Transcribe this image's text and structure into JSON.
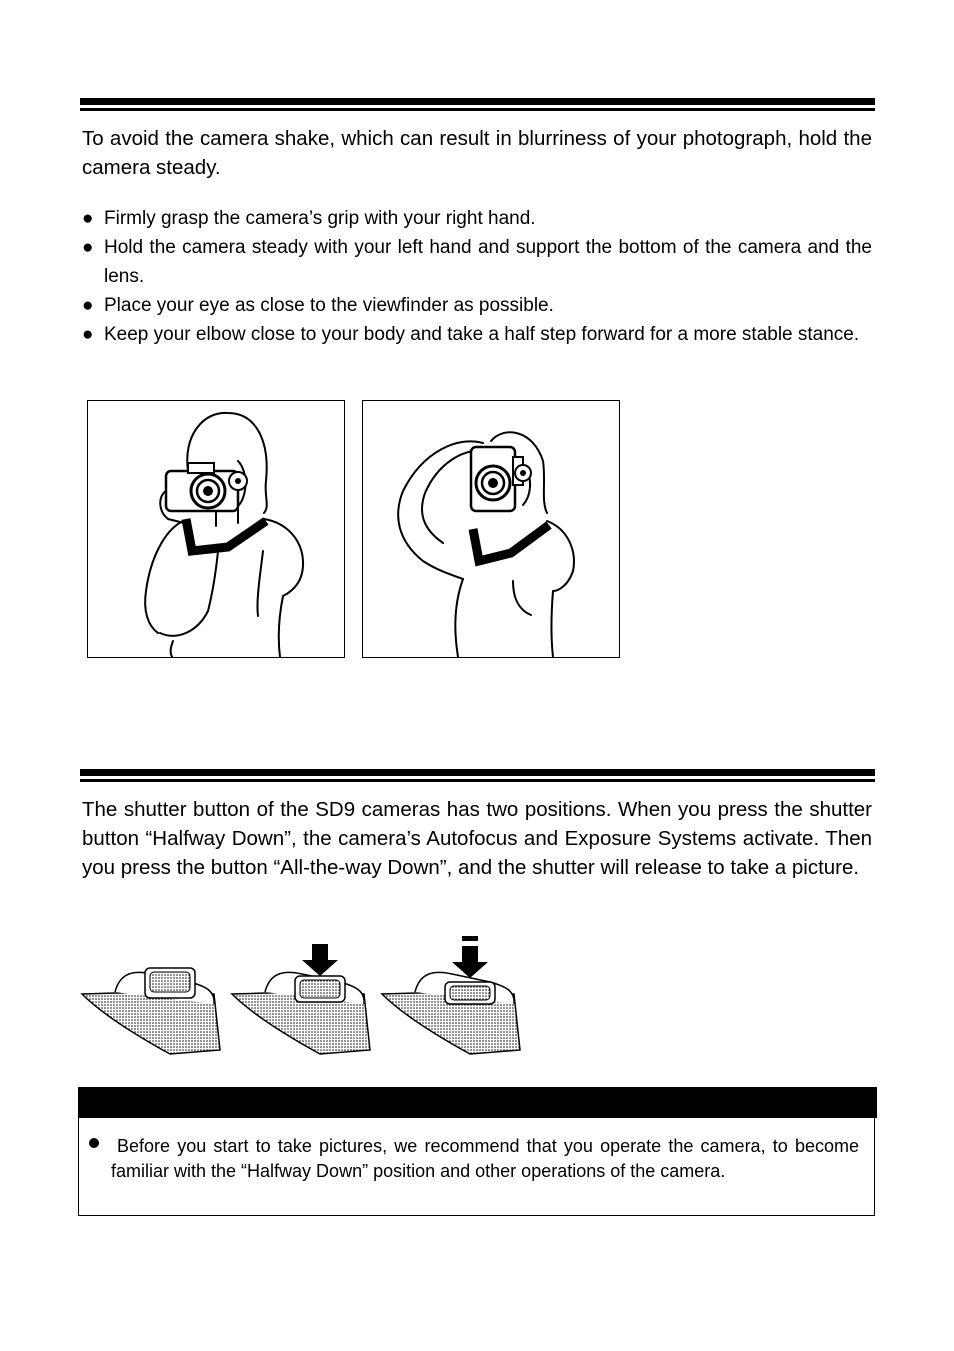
{
  "section_holding": {
    "intro": "To avoid the camera shake, which can result in blurriness of your photograph, hold the camera steady.",
    "bullets": [
      "Firmly grasp the camera’s grip with your right hand.",
      "Hold the camera steady with your left hand and support the bottom of the camera and the lens.",
      "Place your eye as close to the viewfinder as possible.",
      "Keep your elbow close to your body and take a half step forward for a more stable stance."
    ],
    "bullet_glyph": "●"
  },
  "section_shutter": {
    "intro": "The shutter button of the SD9 cameras has two positions. When you press the shutter button “Halfway Down”, the camera’s Autofocus and Exposure Systems activate. Then you press the button “All-the-way Down”, and the shutter will release to take a picture."
  },
  "note": {
    "text": "Before you start to take pictures, we recommend that you operate the camera, to become familiar with the “Halfway Down” position and other operations of the camera."
  }
}
